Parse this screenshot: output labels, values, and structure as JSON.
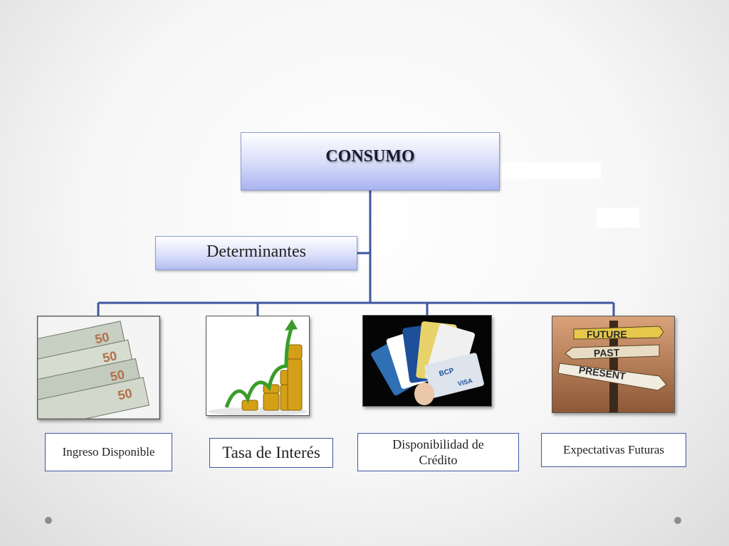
{
  "root": {
    "label": "CONSUMO"
  },
  "determinants": {
    "label": "Determinantes"
  },
  "items": [
    {
      "label": "Ingreso Disponible",
      "image": "money-bills"
    },
    {
      "label": "Tasa de Interés",
      "image": "growing-coins"
    },
    {
      "label": "Disponibilidad de Crédito",
      "image": "credit-cards"
    },
    {
      "label": "Expectativas Futuras",
      "image": "signpost"
    }
  ],
  "signpost": {
    "future": "FUTURE",
    "past": "PAST",
    "present": "PRESENT"
  },
  "colors": {
    "connector": "#3f56a0",
    "box_border": "#8a9ad6"
  }
}
